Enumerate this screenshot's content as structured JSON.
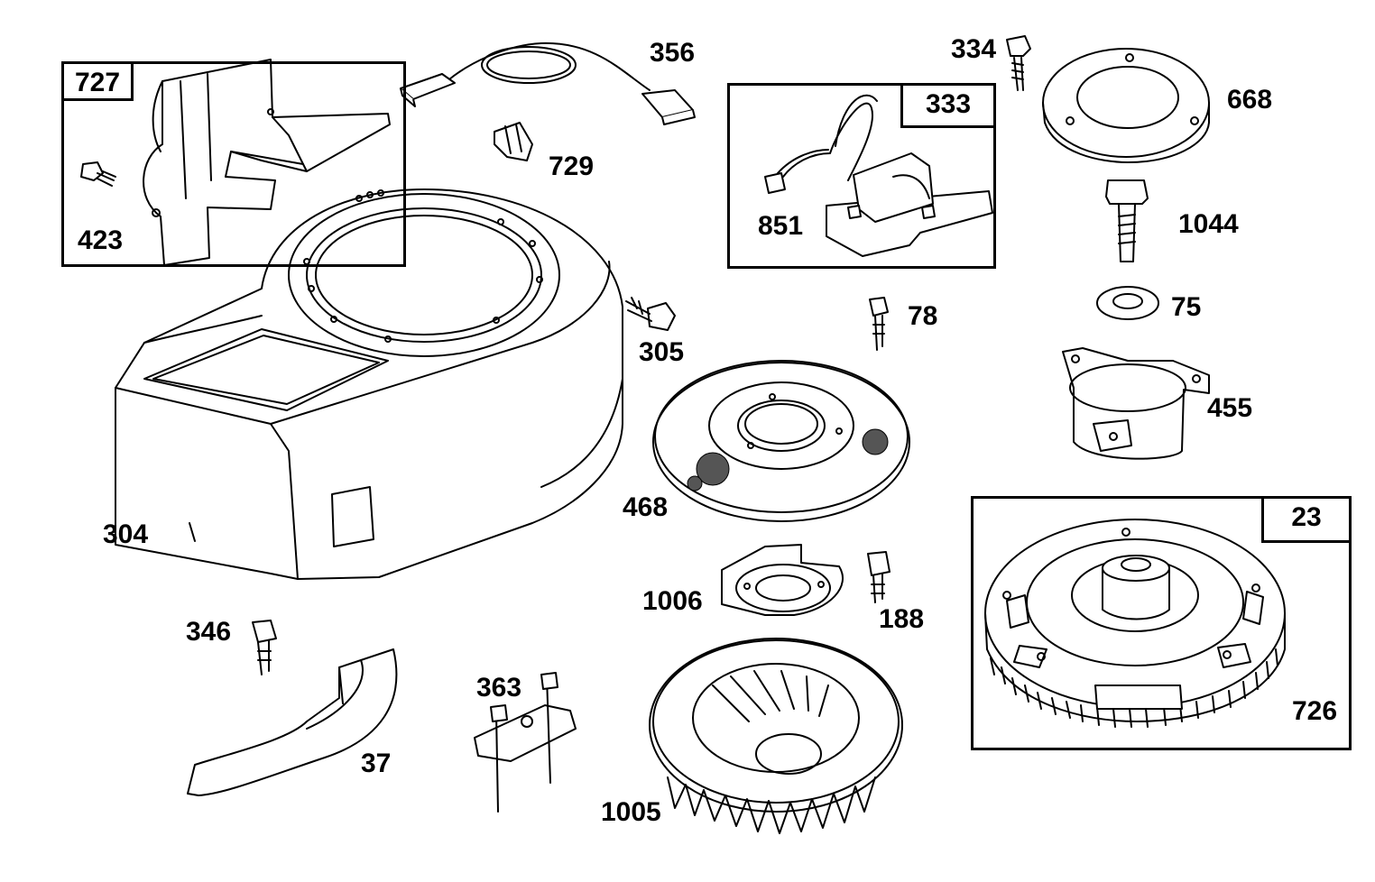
{
  "diagram": {
    "kit_labels": [
      "727",
      "333",
      "23"
    ],
    "part_labels": {
      "p356": "356",
      "p729": "729",
      "p423": "423",
      "p304": "304",
      "p305": "305",
      "p334": "334",
      "p668": "668",
      "p851": "851",
      "p1044": "1044",
      "p78": "78",
      "p75": "75",
      "p455": "455",
      "p468": "468",
      "p1006": "1006",
      "p188": "188",
      "p346": "346",
      "p363": "363",
      "p37": "37",
      "p1005": "1005",
      "p726": "726"
    }
  }
}
